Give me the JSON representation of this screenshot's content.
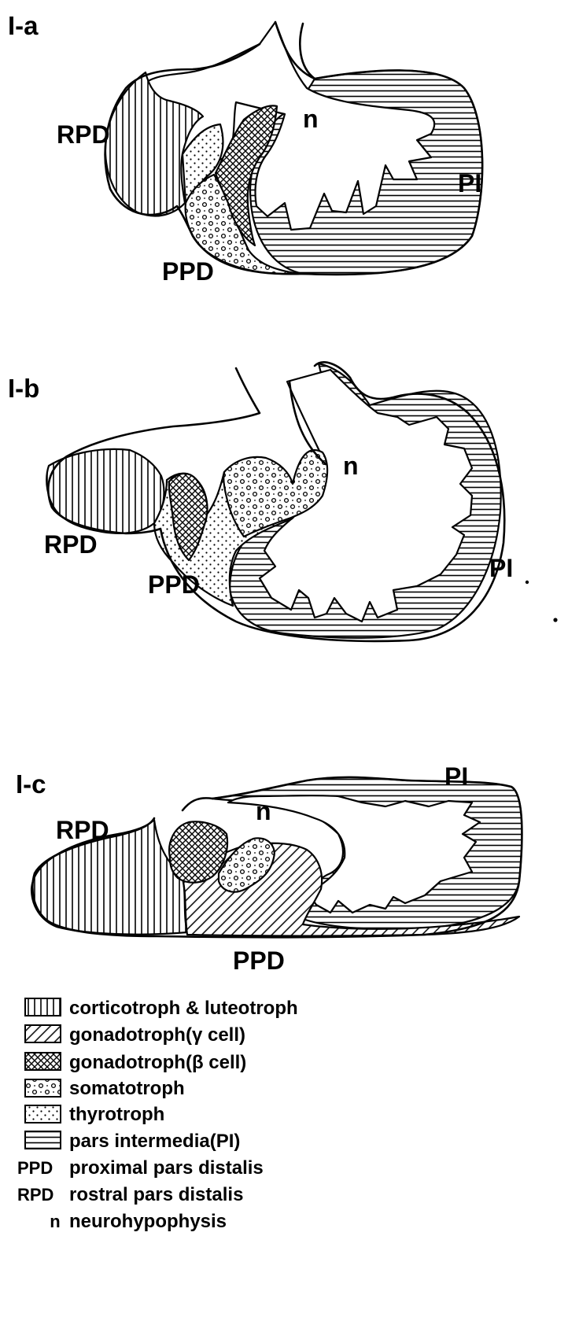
{
  "panels": [
    {
      "id": "I-a",
      "labels": {
        "rpd": "RPD",
        "ppd": "PPD",
        "n": "n",
        "pi": "PI"
      }
    },
    {
      "id": "I-b",
      "labels": {
        "rpd": "RPD",
        "ppd": "PPD",
        "n": "n",
        "pi": "PI"
      }
    },
    {
      "id": "I-c",
      "labels": {
        "rpd": "RPD",
        "ppd": "PPD",
        "n": "n",
        "pi": "PI"
      }
    }
  ],
  "legend": {
    "patterns": [
      {
        "pattern": "vertical-lines",
        "label": "corticotroph & luteotroph"
      },
      {
        "pattern": "diagonal-lines",
        "label": "gonadotroph(γ cell)"
      },
      {
        "pattern": "crosshatch",
        "label": "gonadotroph(β cell)"
      },
      {
        "pattern": "small-circles",
        "label": "somatotroph"
      },
      {
        "pattern": "dots",
        "label": "thyrotroph"
      },
      {
        "pattern": "horizontal-lines",
        "label": "pars intermedia(PI)"
      }
    ],
    "abbreviations": [
      {
        "abbr": "PPD",
        "label": "proximal pars distalis"
      },
      {
        "abbr": "RPD",
        "label": "rostral pars distalis"
      },
      {
        "abbr": "n",
        "label": "neurohypophysis"
      }
    ]
  }
}
